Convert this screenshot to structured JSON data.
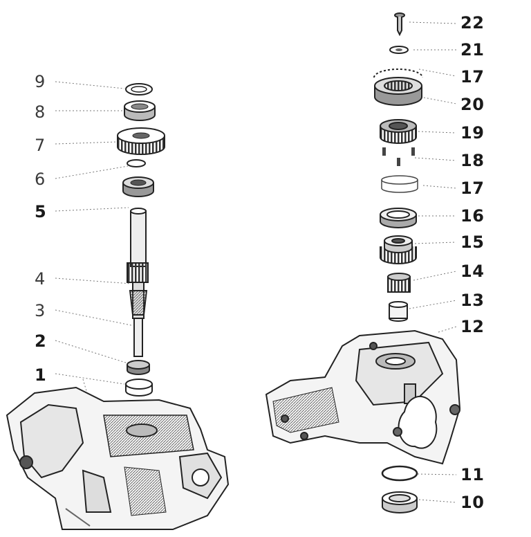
{
  "diagram": {
    "left_callouts": [
      {
        "id": "9",
        "label": "9"
      },
      {
        "id": "8",
        "label": "8"
      },
      {
        "id": "7",
        "label": "7"
      },
      {
        "id": "6",
        "label": "6"
      },
      {
        "id": "5",
        "label": "5"
      },
      {
        "id": "4",
        "label": "4"
      },
      {
        "id": "3",
        "label": "3"
      },
      {
        "id": "2",
        "label": "2"
      },
      {
        "id": "1",
        "label": "1"
      }
    ],
    "right_callouts": [
      {
        "id": "22",
        "label": "22"
      },
      {
        "id": "21",
        "label": "21"
      },
      {
        "id": "17a",
        "label": "17"
      },
      {
        "id": "20",
        "label": "20"
      },
      {
        "id": "19",
        "label": "19"
      },
      {
        "id": "18",
        "label": "18"
      },
      {
        "id": "17b",
        "label": "17"
      },
      {
        "id": "16",
        "label": "16"
      },
      {
        "id": "15",
        "label": "15"
      },
      {
        "id": "14",
        "label": "14"
      },
      {
        "id": "13",
        "label": "13"
      },
      {
        "id": "12",
        "label": "12"
      },
      {
        "id": "11",
        "label": "11"
      },
      {
        "id": "10",
        "label": "10"
      }
    ]
  }
}
